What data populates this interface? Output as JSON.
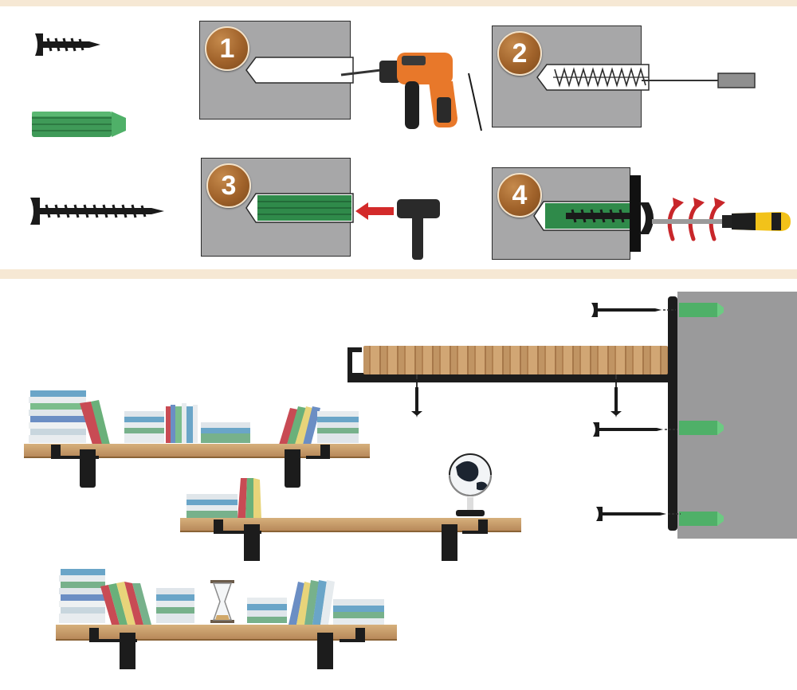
{
  "steps": [
    {
      "number": "1",
      "action": "drill-hole"
    },
    {
      "number": "2",
      "action": "clean-hole"
    },
    {
      "number": "3",
      "action": "insert-anchor"
    },
    {
      "number": "4",
      "action": "drive-screw"
    }
  ],
  "parts": [
    "short-screw",
    "wall-anchor",
    "long-screw"
  ],
  "colors": {
    "band": "#f6e8d4",
    "wall_gray": "#a7a7a8",
    "step_badge": "#a0622a",
    "anchor_green": "#3f9a58",
    "drill_orange": "#e8782a",
    "arrow_red": "#d32a2a",
    "wood": "#b8895a",
    "bracket": "#1c1c1c",
    "screwdriver_yellow": "#f2c21a"
  }
}
